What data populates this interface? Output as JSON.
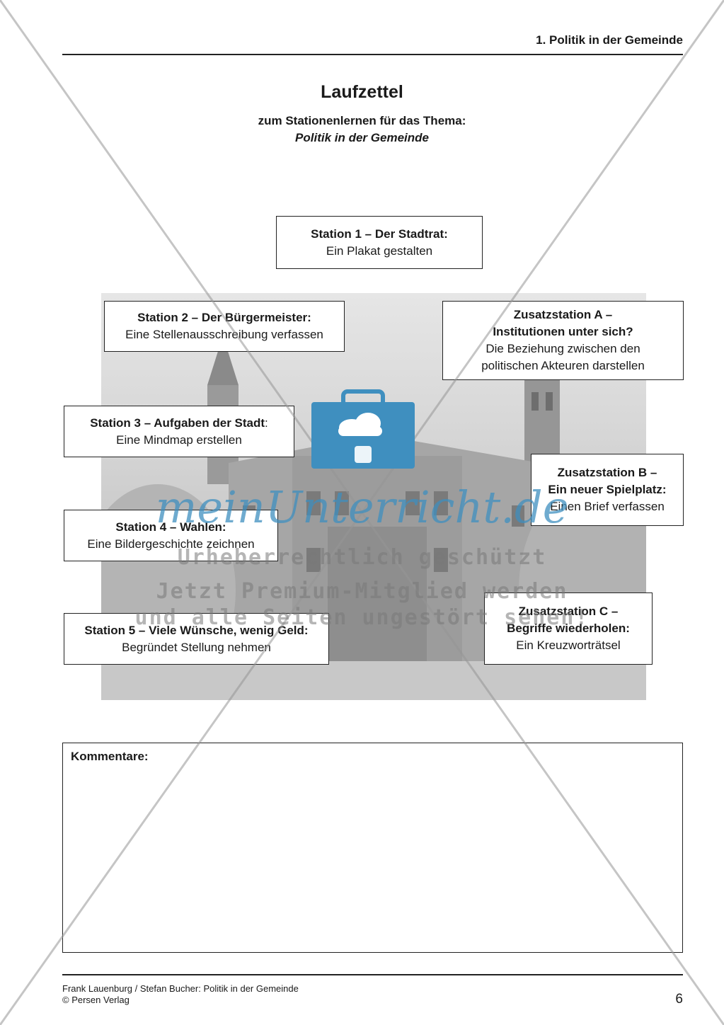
{
  "header": {
    "chapter": "1. Politik in der Gemeinde"
  },
  "title": "Laufzettel",
  "subtitle": {
    "line1": "zum Stationenlernen für das Thema:",
    "line2": "Politik in der Gemeinde"
  },
  "stations": {
    "s1": {
      "title": "Station 1 – Der Stadtrat:",
      "task": "Ein Plakat gestalten"
    },
    "s2": {
      "title": "Station 2 – Der Bürgermeister:",
      "task": "Eine Stellenausschreibung verfassen"
    },
    "s3": {
      "title": "Station 3 – Aufgaben der Stadt",
      "title_suffix": ":",
      "task": "Eine Mindmap erstellen"
    },
    "s4": {
      "title": "Station 4 – Wahlen:",
      "task": "Eine Bildergeschichte zeichnen"
    },
    "s5": {
      "title": "Station 5 – Viele Wünsche, wenig Geld:",
      "task": "Begründet Stellung nehmen"
    },
    "za": {
      "title1": "Zusatzstation A –",
      "title2": "Institutionen unter sich?",
      "task1": "Die Beziehung zwischen den",
      "task2": "politischen Akteuren darstellen"
    },
    "zb": {
      "title1": "Zusatzstation B –",
      "title2": "Ein neuer Spielplatz:",
      "task": "Einen Brief verfassen"
    },
    "zc": {
      "title1": "Zusatzstation C –",
      "title2": "Begriffe wiederholen:",
      "task": "Ein Kreuzworträtsel"
    }
  },
  "comments": {
    "label": "Kommentare:"
  },
  "footer": {
    "line1": "Frank Lauenburg / Stefan Bucher: Politik in der Gemeinde",
    "line2": "© Persen Verlag",
    "page": "6"
  },
  "watermark": {
    "brand": "meinUnterricht.de",
    "line1": "Urheberrechtlich geschützt",
    "line2": "Jetzt Premium-Mitglied werden",
    "line3": "und alle Seiten ungestört sehen!",
    "logo_icon": "briefcase-cloud-icon",
    "brand_color": "#3f8fbf"
  }
}
